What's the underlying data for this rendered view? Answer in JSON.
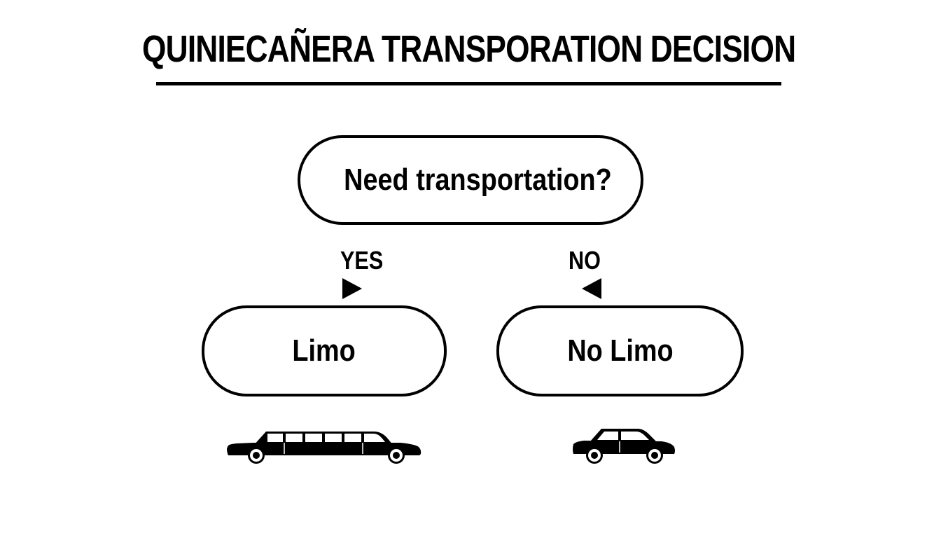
{
  "title": "QUINIECAÑERA TRANSPORATION DECISION",
  "question": "Need transportation?",
  "branches": {
    "yes": {
      "label": "YES",
      "outcome": "Limo",
      "icon": "limousine-icon"
    },
    "no": {
      "label": "NO",
      "outcome": "No Limo",
      "icon": "sedan-car-icon"
    }
  },
  "colors": {
    "ink": "#000000",
    "background": "#ffffff"
  }
}
